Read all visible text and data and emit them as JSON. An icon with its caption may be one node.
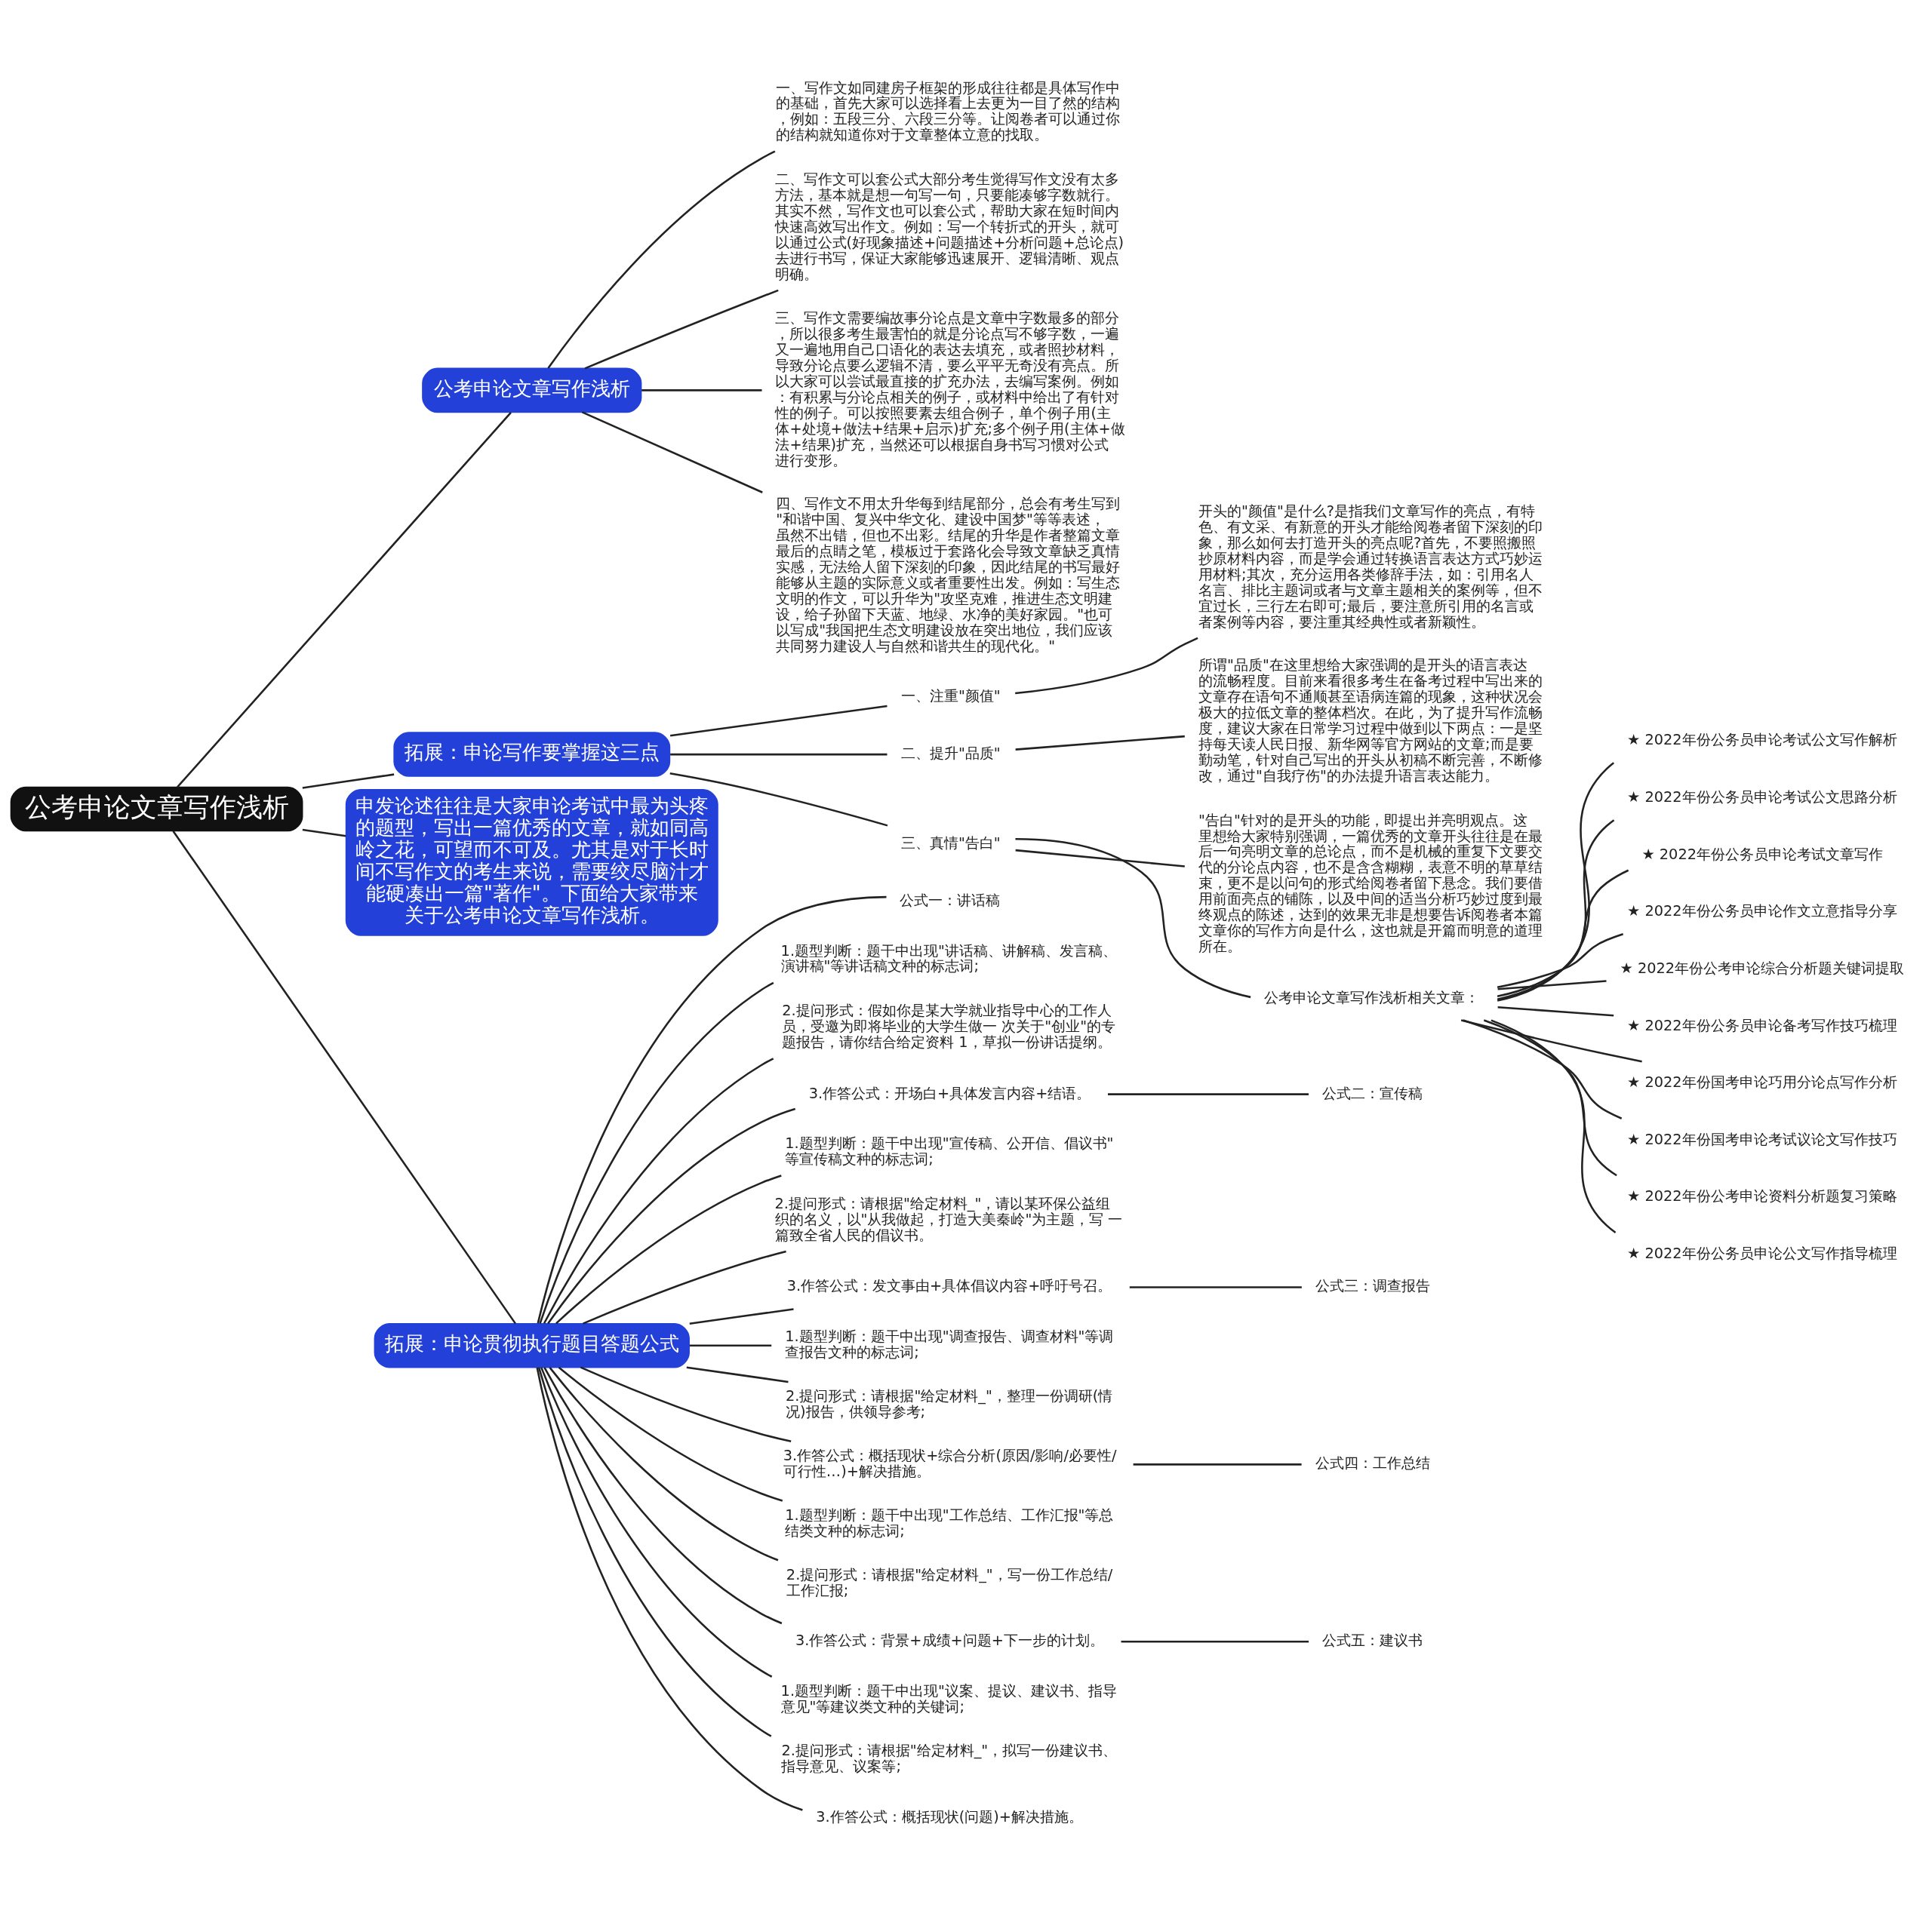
{
  "diagram": {
    "nodes": [
      {
        "text": [
          "公考申论文章写作浅析"
        ]
      },
      {
        "text": [
          "公考申论文章写作浅析"
        ]
      },
      {
        "text": [
          "一、写作文如同建房子框架的形成往往都是具体写作中的基础，首先大家可以选择看上去更为一目了然的结构，例如：五段三分、六段三分等。让阅卷者可以通过你的结构就知道你对于文章整体立意的找取。"
        ]
      },
      {
        "text": [
          "二、写作文可以套公式大部分考生觉得写作文没有太多方法，基本就是想一句写一句，只要能凑够字数就行。其实不然，写作文也可以套公式，帮助大家在短时间内快速高效写出作文。例如：写一个转折式的开头，就可以通过公式(好现象描述+问题描述+分析问题+总论点)去进行书写，保证大家能够迅速展开、逻辑清晰、观点明确。"
        ]
      },
      {
        "text": [
          "三、写作文需要编故事分论点是文章中字数最多的部分，所以很多考生最害怕的就是分论点写不够字数，一遍又一遍地用自己口语化的表达去填充，或者照抄材料，导致分论点要么逻辑不清，要么平平无奇没有亮点。所以大家可以尝试最直接的扩充办法，去编写案例。例如：有积累与分论点相关的例子，或材料中给出了有针对性的例子。可以按照要素去组合例子，单个例子用(主体+处境+做法+结果+启示)扩充;多个例子用(主体+做法+结果)扩充，当然还可以根据自身书写习惯对公式进行变形。"
        ]
      },
      {
        "text": [
          "四、写作文不用太升华每到结尾部分，总会有考生写到\"和谐中国、复兴中华文化、建设中国梦\"等等表述，虽然不出错，但也不出彩。结尾的升华是作者整篇文章最后的点睛之笔，模板过于套路化会导致文章缺乏真情实感，无法给人留下深刻的印象，因此结尾的书写最好能够从主题的实际意义或者重要性出发。例如：写生态文明的作文，可以升华为\"攻坚克难，推进生态文明建设，给子孙留下天蓝、地绿、水净的美好家园。\"也可以写成\"我国把生态文明建设放在突出地位，我们应该共同努力建设人与自然和谐共生的现代化。\""
        ]
      },
      {
        "text": [
          "拓展：申论写作要掌握这三点"
        ]
      },
      {
        "text": [
          "一、注重\"颜值\""
        ]
      },
      {
        "text": [
          "开头的\"颜值\"是什么?是指我们文章写作的亮点，有特色、有文采、有新意的开头才能给阅卷者留下深刻的印象，那么如何去打造开头的亮点呢?首先，不要照搬照抄原材料内容，而是学会通过转换语言表达方式巧妙运用材料;其次，充分运用各类修辞手法，如：引用名人名言、排比主题词或者与文章主题相关的案例等，但不宜过长，三行左右即可;最后，要注意所引用的名言或者案例等内容，要注重其经典性或者新颖性。"
        ]
      },
      {
        "text": [
          "二、提升\"品质\""
        ]
      },
      {
        "text": [
          "所谓\"品质\"在这里想给大家强调的是开头的语言表达的流畅程度。目前来看很多考生在备考过程中写出来的文章存在语句不通顺甚至语病连篇的现象，这种状况会极大的拉低文章的整体档次。在此，为了提升写作流畅度，建议大家在日常学习过程中做到以下两点：一是坚持每天读人民日报、新华网等官方网站的文章;而是要勤动笔，针对自己写出的开头从初稿不断完善，不断修改，通过\"自我疗伤\"的办法提升语言表达能力。"
        ]
      },
      {
        "text": [
          "三、真情\"告白\""
        ]
      },
      {
        "text": [
          "\"告白\"针对的是开头的功能，即提出并亮明观点。这里想给大家特别强调，一篇优秀的文章开头往往是在最后一句亮明文章的总论点，而不是机械的重复下文要交代的分论点内容，也不是含含糊糊，表意不明的草草结束，更不是以问句的形式给阅卷者留下悬念。我们要借用前面亮点的铺陈，以及中间的适当分析巧妙过度到最终观点的陈述，达到的效果无非是想要告诉阅卷者本篇文章你的写作方向是什么，这也就是开篇而明意的道理所在。"
        ]
      },
      {
        "text": [
          "公考申论文章写作浅析相关文章："
        ]
      },
      {
        "text": [
          "★ 2022年份公务员申论考试公文写作解析"
        ]
      },
      {
        "text": [
          "★ 2022年份公务员申论考试公文思路分析"
        ]
      },
      {
        "text": [
          "★ 2022年份公务员申论考试文章写作"
        ]
      },
      {
        "text": [
          "★ 2022年份公务员申论作文立意指导分享"
        ]
      },
      {
        "text": [
          "★ 2022年份公考申论综合分析题关键词提取"
        ]
      },
      {
        "text": [
          "★ 2022年份公务员申论备考写作技巧梳理"
        ]
      },
      {
        "text": [
          "★ 2022年份国考申论巧用分论点写作分析"
        ]
      },
      {
        "text": [
          "★ 2022年份国考申论考试议论文写作技巧"
        ]
      },
      {
        "text": [
          "★ 2022年份公考申论资料分析题复习策略"
        ]
      },
      {
        "text": [
          "★ 2022年份公务员申论公文写作指导梳理"
        ]
      },
      {
        "text": [
          "申发论述往往是大家申论考试中最为头疼的题型，写出一篇优秀的文章，就如同高岭之花，可望而不可及。尤其是对于长时间不写作文的考生来说，需要绞尽脑汁才能硬凑出一篇\"著作\"。下面给大家带来关于公考申论文章写作浅析。"
        ]
      },
      {
        "text": [
          "拓展：申论贯彻执行题目答题公式"
        ]
      },
      {
        "text": [
          "公式一：讲话稿"
        ]
      },
      {
        "text": [
          "1.题型判断：题干中出现\"讲话稿、讲解稿、发言稿、演讲稿\"等讲话稿文种的标志词;"
        ]
      },
      {
        "text": [
          "2.提问形式：假如你是某大学就业指导中心的工作人员，受邀为即将毕业的大学生做一 次关于\"创业\"的专题报告，请你结合给定资料 1，草拟一份讲话提纲。"
        ]
      },
      {
        "text": [
          "3.作答公式：开场白+具体发言内容+结语。"
        ]
      },
      {
        "text": [
          "公式二：宣传稿"
        ]
      },
      {
        "text": [
          "1.题型判断：题干中出现\"宣传稿、公开信、倡议书\"等宣传稿文种的标志词;"
        ]
      },
      {
        "text": [
          "2.提问形式：请根据\"给定材料_\"，请以某环保公益组织的名义，以\"从我做起，打造大美秦岭\"为主题，写 一篇致全省人民的倡议书。"
        ]
      },
      {
        "text": [
          "3.作答公式：发文事由+具体倡议内容+呼吁号召。"
        ]
      },
      {
        "text": [
          "公式三：调查报告"
        ]
      },
      {
        "text": [
          "1.题型判断：题干中出现\"调查报告、调查材料\"等调查报告文种的标志词;"
        ]
      },
      {
        "text": [
          "2.提问形式：请根据\"给定材料_\"，整理一份调研(情况)报告，供领导参考;"
        ]
      },
      {
        "text": [
          "3.作答公式：概括现状+综合分析(原因/影响/必要性/可行性…)+解决措施。"
        ]
      },
      {
        "text": [
          "公式四：工作总结"
        ]
      },
      {
        "text": [
          "1.题型判断：题干中出现\"工作总结、工作汇报\"等总结类文种的标志词;"
        ]
      },
      {
        "text": [
          "2.提问形式：请根据\"给定材料_\"，写一份工作总结/工作汇报;"
        ]
      },
      {
        "text": [
          "3.作答公式：背景+成绩+问题+下一步的计划。"
        ]
      },
      {
        "text": [
          "公式五：建议书"
        ]
      },
      {
        "text": [
          "1.题型判断：题干中出现\"议案、提议、建议书、指导意见\"等建议类文种的关键词;"
        ]
      },
      {
        "text": [
          "2.提问形式：请根据\"给定材料_\"，拟写一份建议书、指导意见、议案等;"
        ]
      },
      {
        "text": [
          "3.作答公式：概括现状(问题)+解决措施。"
        ]
      }
    ],
    "edges": [
      {
        "from": 0,
        "to": 1,
        "arrow": "none"
      },
      {
        "from": 1,
        "to": 2,
        "arrow": "none"
      },
      {
        "from": 1,
        "to": 3,
        "arrow": "none"
      },
      {
        "from": 1,
        "to": 4,
        "arrow": "none"
      },
      {
        "from": 1,
        "to": 5,
        "arrow": "none"
      },
      {
        "from": 0,
        "to": 6,
        "arrow": "none"
      },
      {
        "from": 6,
        "to": 7,
        "arrow": "none"
      },
      {
        "from": 7,
        "to": 8,
        "arrow": "none"
      },
      {
        "from": 6,
        "to": 9,
        "arrow": "none"
      },
      {
        "from": 9,
        "to": 10,
        "arrow": "none"
      },
      {
        "from": 6,
        "to": 11,
        "arrow": "none"
      },
      {
        "from": 11,
        "to": 12,
        "arrow": "none"
      },
      {
        "from": 11,
        "to": 13,
        "arrow": "none"
      },
      {
        "from": 13,
        "to": 14,
        "arrow": "none"
      },
      {
        "from": 13,
        "to": 15,
        "arrow": "none"
      },
      {
        "from": 13,
        "to": 16,
        "arrow": "none"
      },
      {
        "from": 13,
        "to": 17,
        "arrow": "none"
      },
      {
        "from": 13,
        "to": 18,
        "arrow": "none"
      },
      {
        "from": 13,
        "to": 19,
        "arrow": "none"
      },
      {
        "from": 13,
        "to": 20,
        "arrow": "none"
      },
      {
        "from": 13,
        "to": 21,
        "arrow": "none"
      },
      {
        "from": 13,
        "to": 22,
        "arrow": "none"
      },
      {
        "from": 13,
        "to": 23,
        "arrow": "none"
      },
      {
        "from": 0,
        "to": 24,
        "arrow": "none"
      },
      {
        "from": 0,
        "to": 25,
        "arrow": "none"
      },
      {
        "from": 25,
        "to": 26,
        "arrow": "none"
      },
      {
        "from": 25,
        "to": 27,
        "arrow": "none"
      },
      {
        "from": 25,
        "to": 28,
        "arrow": "none"
      },
      {
        "from": 25,
        "to": 29,
        "arrow": "none"
      },
      {
        "from": 29,
        "to": 30,
        "arrow": "none"
      },
      {
        "from": 25,
        "to": 31,
        "arrow": "none"
      },
      {
        "from": 25,
        "to": 32,
        "arrow": "none"
      },
      {
        "from": 25,
        "to": 33,
        "arrow": "none"
      },
      {
        "from": 33,
        "to": 34,
        "arrow": "none"
      },
      {
        "from": 25,
        "to": 35,
        "arrow": "none"
      },
      {
        "from": 25,
        "to": 36,
        "arrow": "none"
      },
      {
        "from": 25,
        "to": 37,
        "arrow": "none"
      },
      {
        "from": 37,
        "to": 38,
        "arrow": "none"
      },
      {
        "from": 25,
        "to": 39,
        "arrow": "none"
      },
      {
        "from": 25,
        "to": 40,
        "arrow": "none"
      },
      {
        "from": 25,
        "to": 41,
        "arrow": "none"
      },
      {
        "from": 41,
        "to": 42,
        "arrow": "none"
      },
      {
        "from": 25,
        "to": 43,
        "arrow": "none"
      },
      {
        "from": 25,
        "to": 44,
        "arrow": "none"
      },
      {
        "from": 25,
        "to": 45,
        "arrow": "none"
      }
    ]
  }
}
